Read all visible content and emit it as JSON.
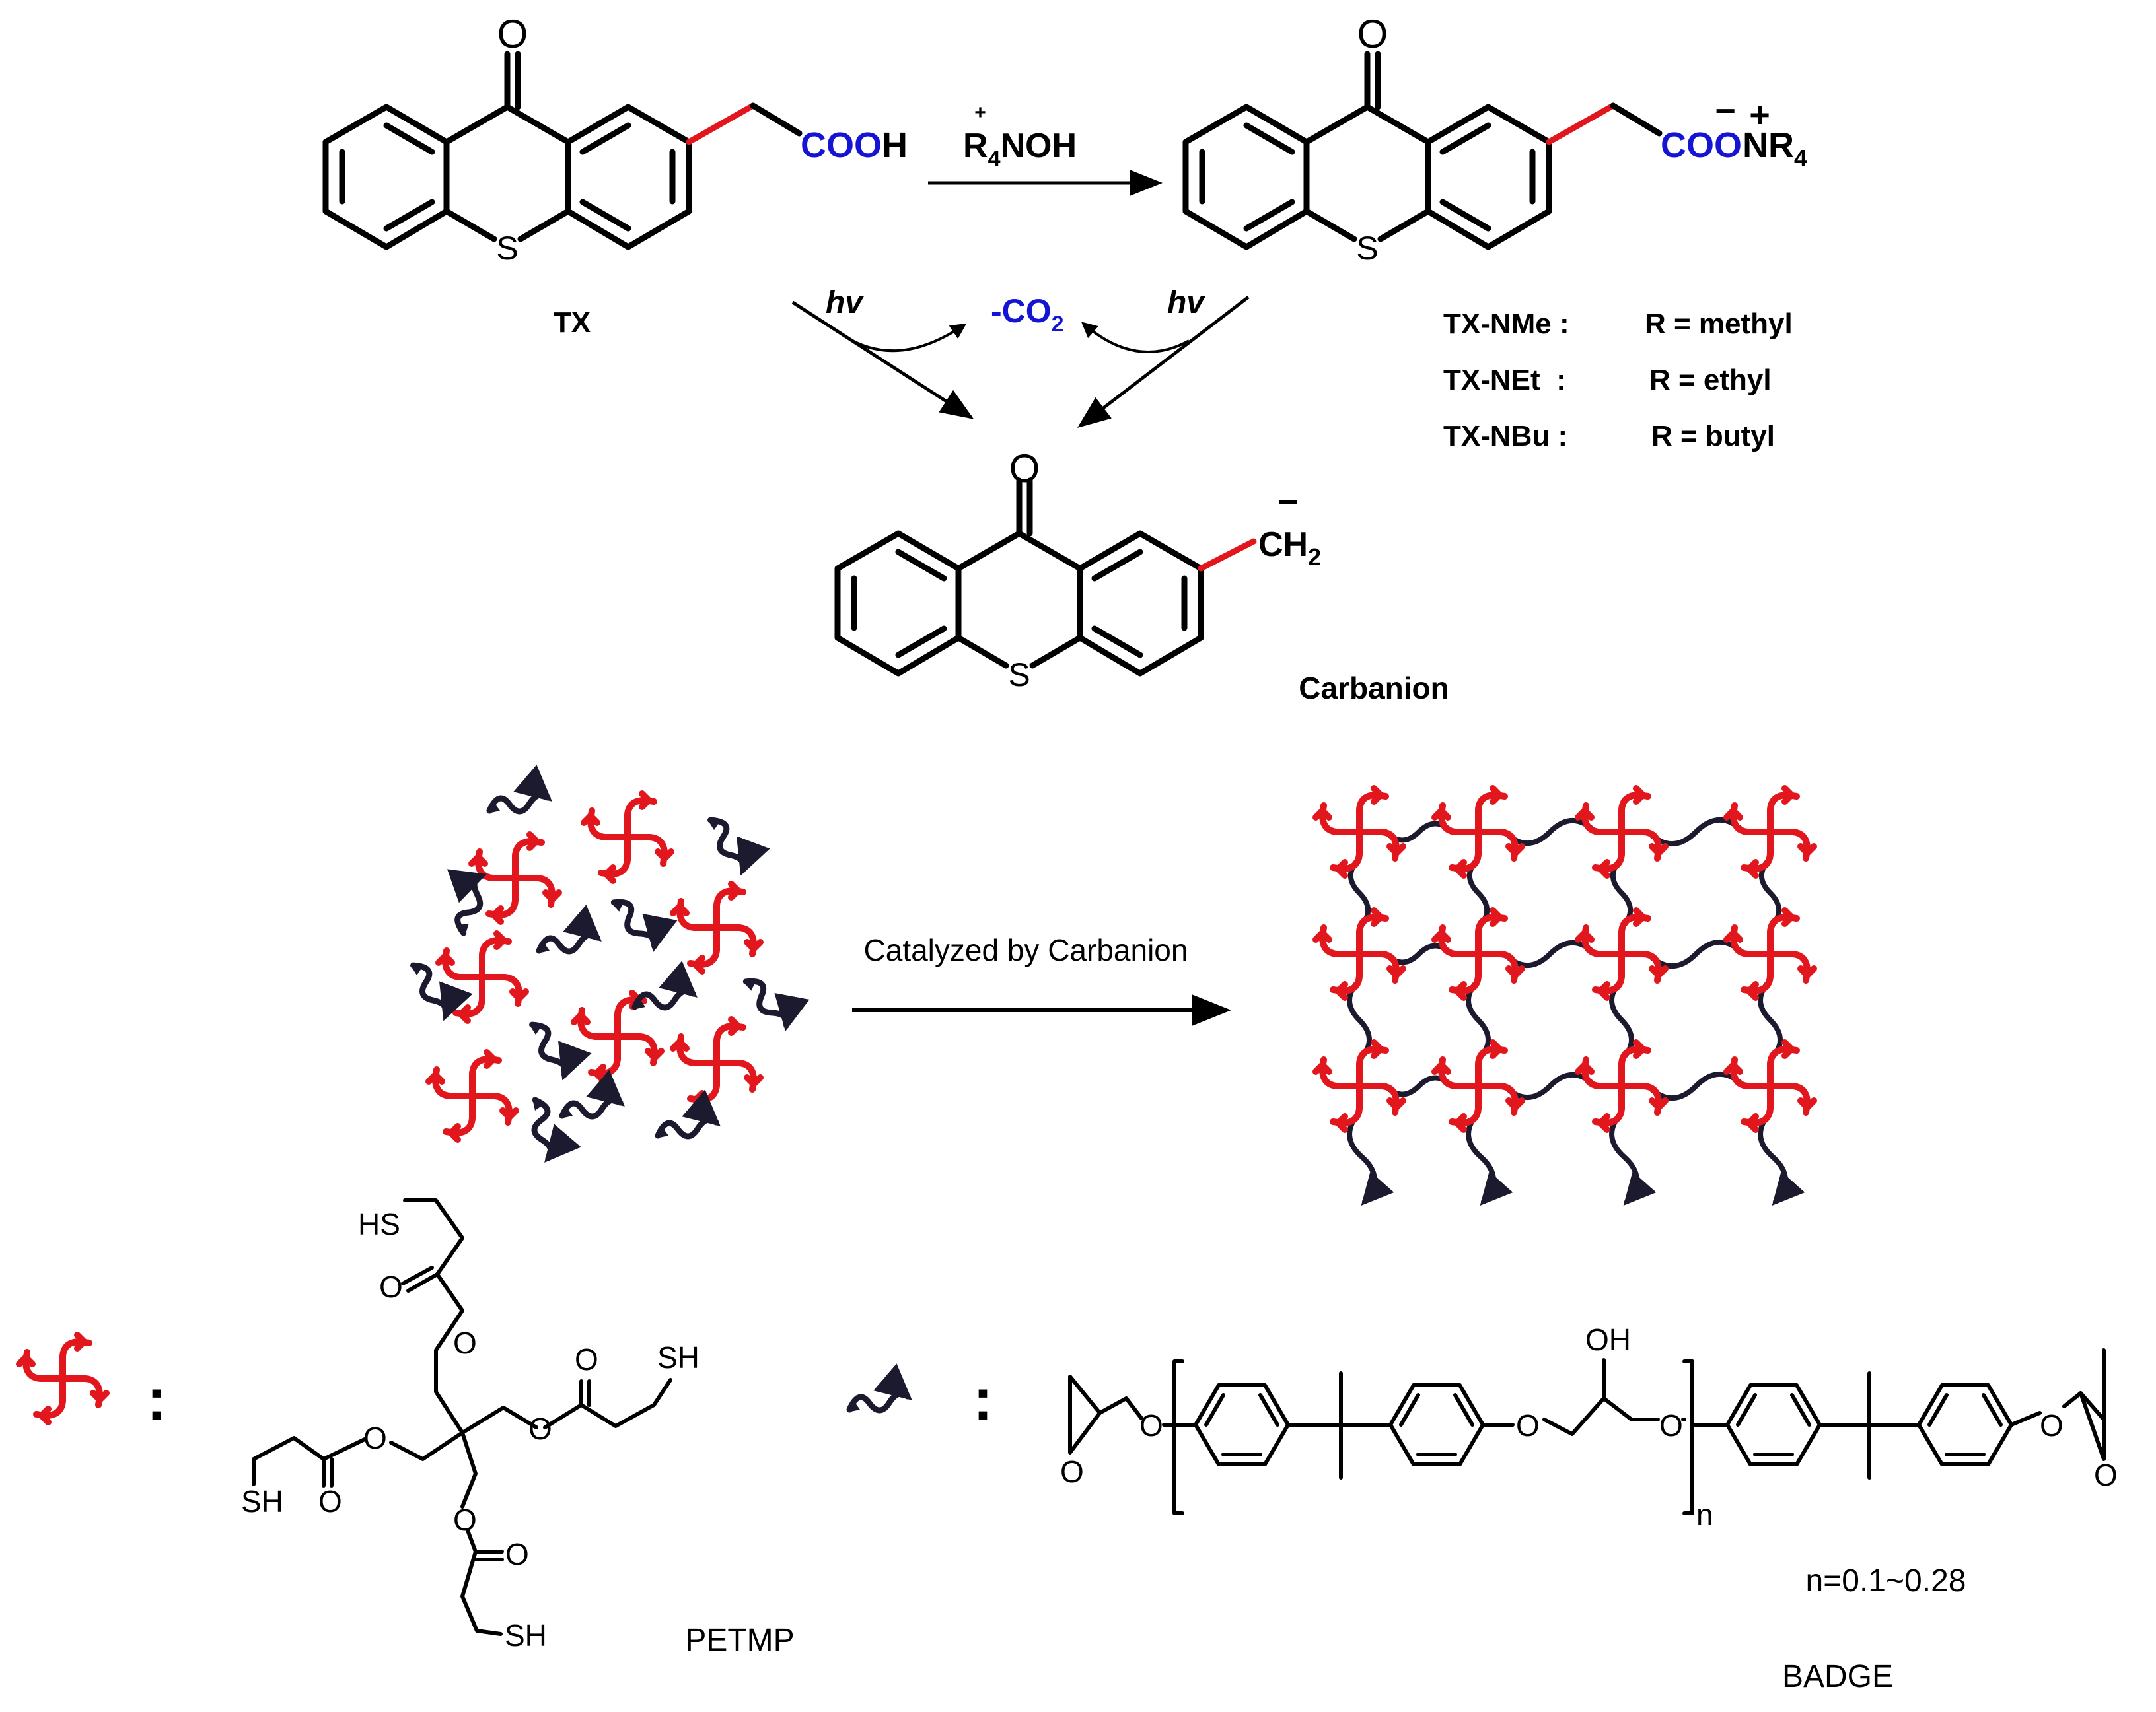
{
  "colors": {
    "black": "#000000",
    "blue": "#1414d2",
    "red": "#e2171d",
    "navy": "#1b1a2e"
  },
  "top": {
    "tx_O": "O",
    "tx_S": "S",
    "tx_coo": "COO",
    "tx_h": "H",
    "tx_label": "TX",
    "reagent_r": "R",
    "reagent_sub": "4",
    "reagent_noh": "NOH",
    "reagent_plus": "+",
    "salt_O": "O",
    "salt_S": "S",
    "salt_coo": "COO",
    "salt_minus": "−",
    "salt_plus": "+",
    "salt_nr": "NR",
    "salt_sub": "4",
    "hv_left": "hv",
    "hv_right": "hv",
    "co2_main": "-CO",
    "co2_sub": "2",
    "variants": [
      {
        "name": "TX-NMe :",
        "value": "R = methyl"
      },
      {
        "name": "TX-NEt  :",
        "value": "R = ethyl"
      },
      {
        "name": "TX-NBu :",
        "value": "R = butyl"
      }
    ],
    "carb_O": "O",
    "carb_S": "S",
    "carb_minus": "−",
    "carb_ch": "CH",
    "carb_sub": "2",
    "carb_label": "Carbanion"
  },
  "middle": {
    "process_label": "Catalyzed by Carbanion"
  },
  "bottom": {
    "colon1": ":",
    "colon2": ":",
    "petmp_label": "PETMP",
    "badge_label": "BADGE",
    "n_range": "n=0.1~0.28",
    "petmp_atoms": {
      "hs_top": "HS",
      "o_carbonyl_top": "O",
      "o_ester_top": "O",
      "sh_right": "SH",
      "o_carbonyl_right": "O",
      "o_ester_right": "O",
      "o_ester_left": "O",
      "o_carbonyl_left": "O",
      "sh_left": "SH",
      "o_ester_bottom": "O",
      "o_carbonyl_bottom": "O",
      "sh_bottom": "SH"
    },
    "badge_atoms": {
      "o_epox_left": "O",
      "o_ether1": "O",
      "o_ether2": "O",
      "oh": "OH",
      "o_ether3": "O",
      "n": "n",
      "o_ether4": "O",
      "o_epox_right": "O"
    }
  }
}
